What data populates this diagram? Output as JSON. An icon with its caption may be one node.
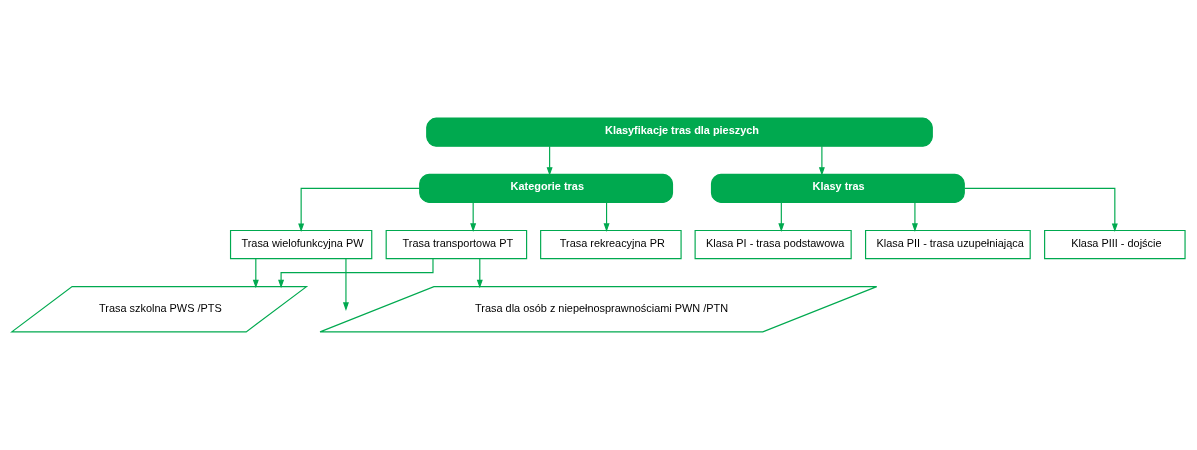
{
  "diagram": {
    "nodes": [
      {
        "text": [
          "Klasyfikacje tras dla pieszych"
        ]
      },
      {
        "text": [
          "Kategorie tras"
        ]
      },
      {
        "text": [
          "Klasy tras"
        ]
      },
      {
        "text": [
          "Trasa wielofunkcyjna PW"
        ]
      },
      {
        "text": [
          "Trasa transportowa PT"
        ]
      },
      {
        "text": [
          "Trasa szkolna PWS /PTS"
        ]
      },
      {
        "text": [
          "Trasa dla osób z niepełnosprawnościami PWN /PTN"
        ]
      },
      {
        "text": [
          "Trasa rekreacyjna PR"
        ]
      },
      {
        "text": [
          "Klasa PI - trasa podstawowa"
        ]
      },
      {
        "text": [
          "Klasa PII - trasa uzupełniająca"
        ]
      },
      {
        "text": [
          "Klasa PIII - dojście"
        ]
      }
    ],
    "edges": [
      {
        "from": 0,
        "to": 1,
        "arrow": "to"
      },
      {
        "from": 0,
        "to": 2,
        "arrow": "to"
      },
      {
        "from": 1,
        "to": 3,
        "arrow": "to"
      },
      {
        "from": 1,
        "to": 4,
        "arrow": "to"
      },
      {
        "from": 1,
        "to": 7,
        "arrow": "to"
      },
      {
        "from": 3,
        "to": 5,
        "arrow": "to"
      },
      {
        "from": 3,
        "to": 6,
        "arrow": "to"
      },
      {
        "from": 4,
        "to": 5,
        "arrow": "to"
      },
      {
        "from": 4,
        "to": 6,
        "arrow": "to"
      },
      {
        "from": 2,
        "to": 8,
        "arrow": "to"
      },
      {
        "from": 2,
        "to": 9,
        "arrow": "to"
      },
      {
        "from": 2,
        "to": 10,
        "arrow": "to"
      }
    ]
  }
}
